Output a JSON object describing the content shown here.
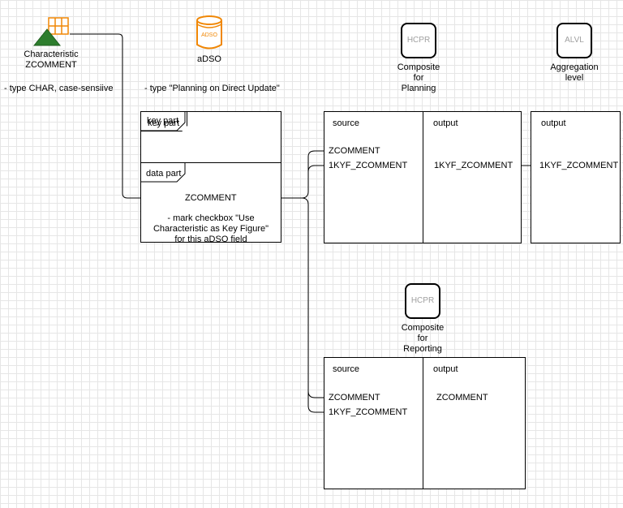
{
  "characteristic": {
    "label_line1": "Characteristic",
    "label_line2": "ZCOMMENT",
    "note": "- type CHAR, case-sensiive"
  },
  "adso": {
    "icon_text": "ADSO",
    "label": "aDSO",
    "note": "- type \"Planning on Direct Update\"",
    "key_part": "key part",
    "data_part": "data part",
    "field": "ZCOMMENT",
    "field_note_line1": "- mark checkbox \"Use",
    "field_note_line2": "Characteristic as Key Figure\"",
    "field_note_line3": "for this aDSO field"
  },
  "hcpr_planning": {
    "icon_text": "HCPR",
    "label_line1": "Composite",
    "label_line2": "for",
    "label_line3": "Planning",
    "source_tab": "source",
    "output_tab": "output",
    "source_fields": [
      "ZCOMMENT",
      "1KYF_ZCOMMENT"
    ],
    "output_field": "1KYF_ZCOMMENT"
  },
  "alvl": {
    "icon_text": "ALVL",
    "label_line1": "Aggregation",
    "label_line2": "level",
    "output_tab": "output",
    "output_field": "1KYF_ZCOMMENT"
  },
  "hcpr_reporting": {
    "icon_text": "HCPR",
    "label_line1": "Composite",
    "label_line2": "for",
    "label_line3": "Reporting",
    "source_tab": "source",
    "output_tab": "output",
    "source_fields": [
      "ZCOMMENT",
      "1KYF_ZCOMMENT"
    ],
    "output_field": "ZCOMMENT"
  },
  "colors": {
    "adso_orange": "#f08705",
    "char_green": "#2d7d2d",
    "char_grid_orange": "#f08705",
    "icon_text_gray": "#a0a0a0"
  }
}
